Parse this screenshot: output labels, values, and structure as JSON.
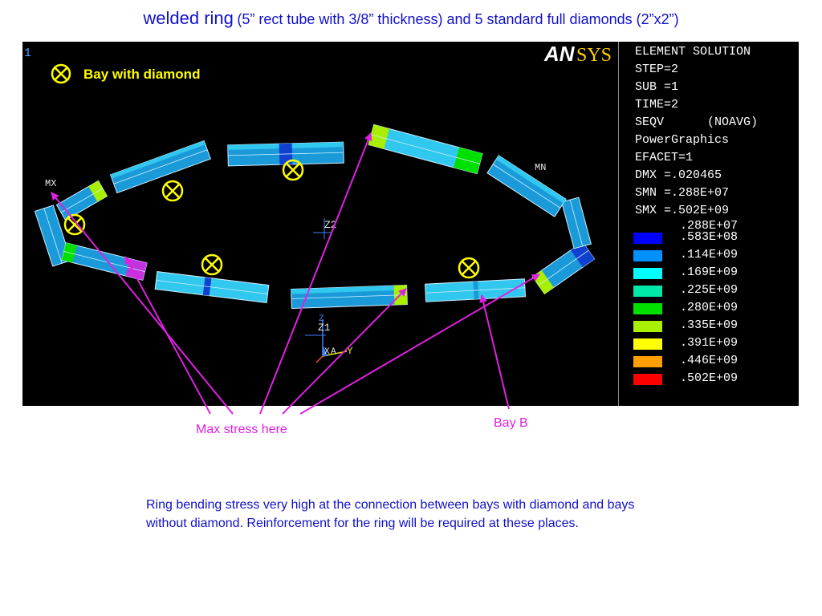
{
  "title": {
    "main": "welded ring",
    "detail": "(5” rect tube with 3/8” thickness) and 5 standard full diamonds (2”x2”)"
  },
  "viewport": {
    "window_number": "1",
    "logo_an": "AN",
    "logo_sys": "SYS",
    "legend_label": "Bay with diamond",
    "mx_label": "MX",
    "mn_label": "MN",
    "z2_label": "Z2",
    "z1_label": "Z1",
    "axis_z": "Z",
    "axis_y": "Y",
    "axis_x": "X",
    "axis_a": "A"
  },
  "solution": {
    "lines": [
      "ELEMENT SOLUTION",
      "STEP=2",
      "SUB =1",
      "TIME=2",
      "SEQV      (NOAVG)",
      "PowerGraphics",
      "EFACET=1",
      "DMX =.020465",
      "SMN =.288E+07",
      "SMX =.502E+09"
    ],
    "legend_first": ".288E+07",
    "legend": [
      {
        "color": "#0000ff",
        "value": ".583E+08"
      },
      {
        "color": "#0090ff",
        "value": ".114E+09"
      },
      {
        "color": "#00ffff",
        "value": ".169E+09"
      },
      {
        "color": "#00e8a8",
        "value": ".225E+09"
      },
      {
        "color": "#00e000",
        "value": ".280E+09"
      },
      {
        "color": "#a8f000",
        "value": ".335E+09"
      },
      {
        "color": "#ffff00",
        "value": ".391E+09"
      },
      {
        "color": "#ffa000",
        "value": ".446E+09"
      },
      {
        "color": "#ff0000",
        "value": ".502E+09"
      }
    ]
  },
  "annotations": {
    "max_stress": "Max stress here",
    "bay_b": "Bay B"
  },
  "note": "Ring bending stress very high at the connection between bays with diamond and bays without diamond. Reinforcement for the ring will be required at these places.",
  "colors": {
    "title": "#1010c8",
    "arrow": "#e020e0",
    "marker": "#ffff00"
  }
}
